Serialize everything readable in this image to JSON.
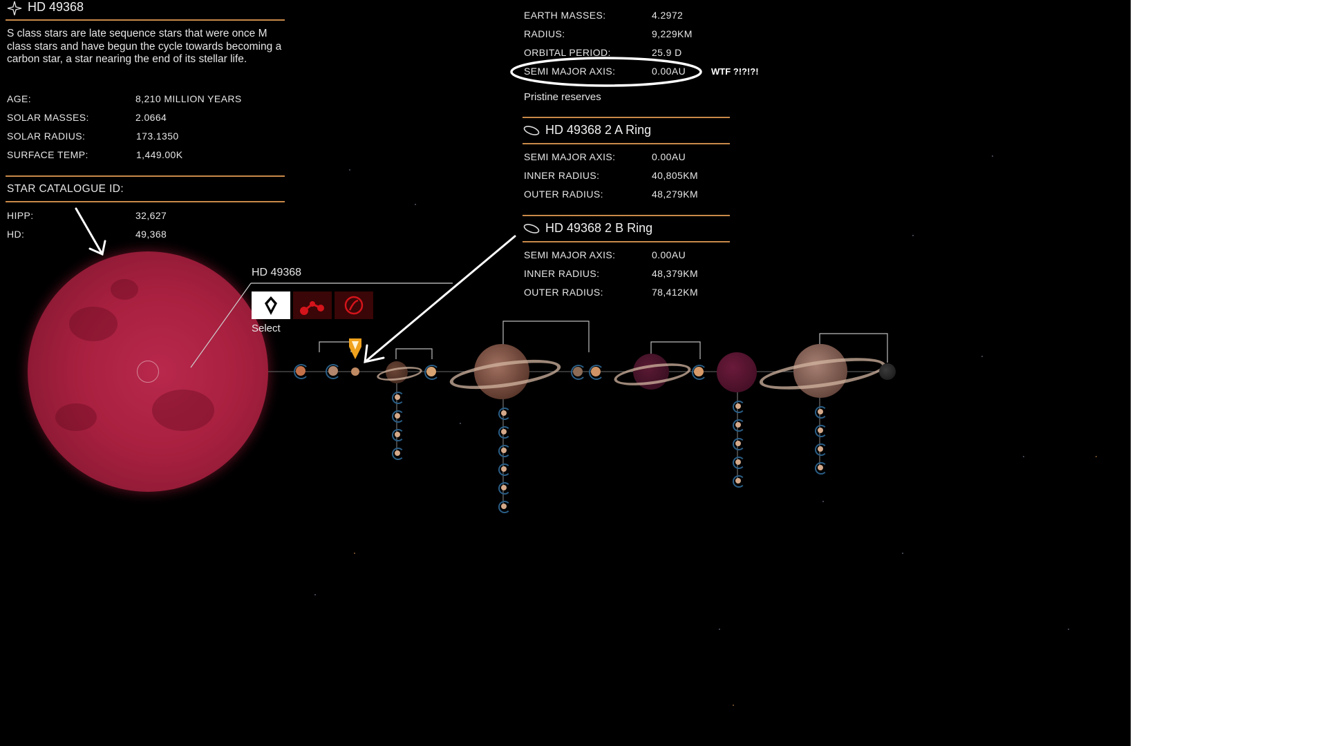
{
  "star_panel": {
    "title": "HD 49368",
    "description": "S class stars are late sequence stars that were once M class stars and have begun the cycle towards becoming a carbon star, a star nearing the end of its stellar life.",
    "stats": [
      {
        "label": "AGE:",
        "value": "8,210 MILLION YEARS"
      },
      {
        "label": "SOLAR MASSES:",
        "value": "2.0664"
      },
      {
        "label": "SOLAR RADIUS:",
        "value": "173.1350"
      },
      {
        "label": "SURFACE TEMP:",
        "value": "1,449.00K"
      }
    ],
    "catalogue_header": "STAR CATALOGUE ID:",
    "catalogue": [
      {
        "label": "HIPP:",
        "value": "32,627"
      },
      {
        "label": "HD:",
        "value": "49,368"
      }
    ]
  },
  "body_panel": {
    "stats": [
      {
        "label": "EARTH MASSES:",
        "value": "4.2972"
      },
      {
        "label": "RADIUS:",
        "value": "9,229KM"
      },
      {
        "label": "ORBITAL PERIOD:",
        "value": "25.9 D"
      },
      {
        "label": "SEMI MAJOR AXIS:",
        "value": "0.00AU"
      }
    ],
    "annotation": "WTF ?!?!?!",
    "reserves": "Pristine reserves",
    "rings": [
      {
        "title": "HD 49368 2 A Ring",
        "stats": [
          {
            "label": "SEMI MAJOR AXIS:",
            "value": "0.00AU"
          },
          {
            "label": "INNER RADIUS:",
            "value": "40,805KM"
          },
          {
            "label": "OUTER RADIUS:",
            "value": "48,279KM"
          }
        ]
      },
      {
        "title": "HD 49368 2 B Ring",
        "stats": [
          {
            "label": "SEMI MAJOR AXIS:",
            "value": "0.00AU"
          },
          {
            "label": "INNER RADIUS:",
            "value": "48,379KM"
          },
          {
            "label": "OUTER RADIUS:",
            "value": "78,412KM"
          }
        ]
      }
    ]
  },
  "context_menu": {
    "title": "HD 49368",
    "select_label": "Select",
    "icons": [
      "navigation-target-icon",
      "route-icon",
      "target-lock-icon"
    ]
  },
  "colors": {
    "accent": "#c98a4a",
    "star": "#a8203f",
    "marker": "#f0a21e",
    "background": "#000000"
  }
}
